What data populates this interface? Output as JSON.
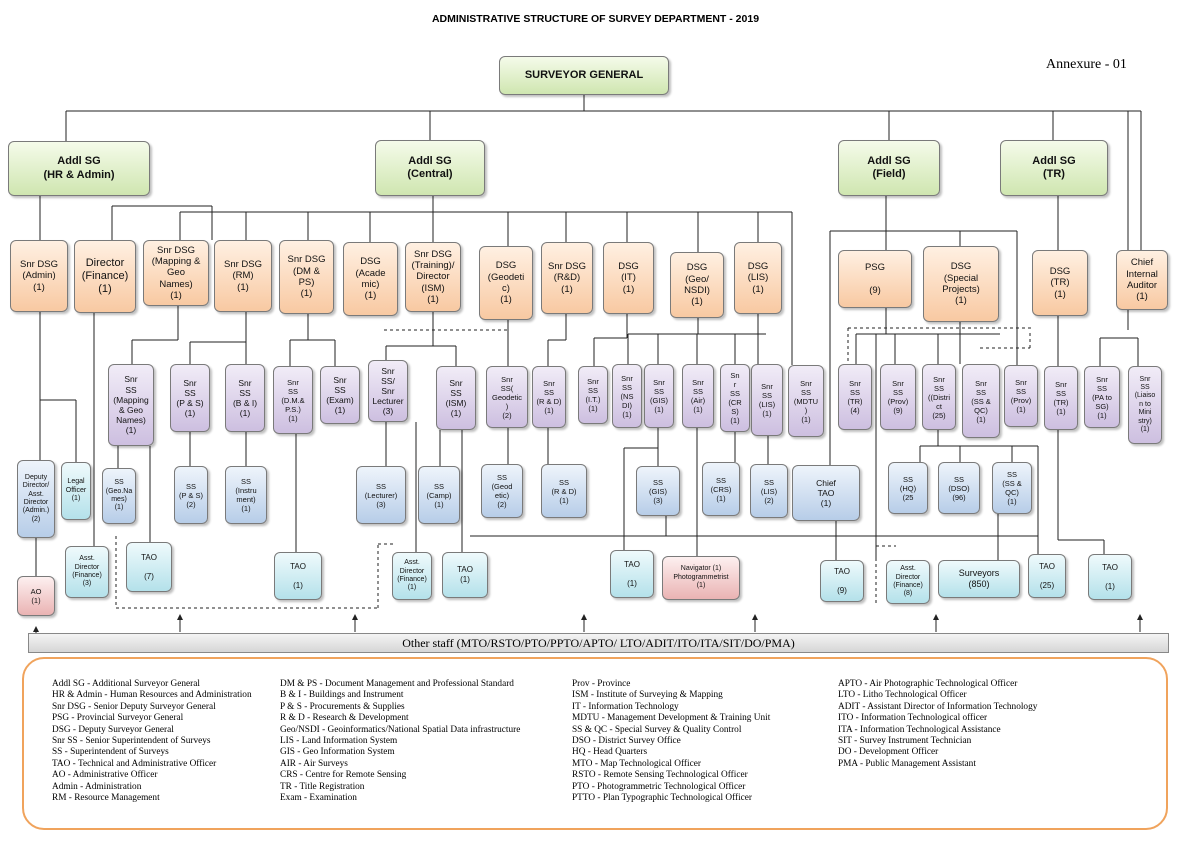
{
  "title": "ADMINISTRATIVE STRUCTURE OF SURVEY DEPARTMENT - 2019",
  "annexure": "Annexure - 01",
  "other_staff": "Other staff (MTO/RSTO/PTO/PPTO/APTO/ LTO/ADIT/ITO/ITA/SIT/DO/PMA)",
  "nodes": {
    "sg": "SURVEYOR GENERAL",
    "addl_hr": "Addl SG\n(HR & Admin)",
    "addl_central": "Addl SG\n(Central)",
    "addl_field": "Addl SG\n(Field)",
    "addl_tr": "Addl SG\n(TR)",
    "snr_dsg_admin": "Snr DSG\n(Admin)\n(1)",
    "director_fin": "Director\n(Finance)\n(1)",
    "snr_dsg_mapgeo": "Snr DSG\n(Mapping &\nGeo\nNames)\n(1)",
    "snr_dsg_rm": "Snr DSG\n(RM)\n(1)",
    "snr_dsg_dmps": "Snr DSG\n(DM &\nPS)\n(1)",
    "dsg_academic": "DSG\n(Acade\nmic)\n(1)",
    "snr_dsg_training": "Snr DSG\n(Training)/\nDirector\n(ISM)\n(1)",
    "dsg_geodetic": "DSG\n(Geodeti\nc)\n(1)",
    "snr_dsg_rd": "Snr DSG\n(R&D)\n(1)",
    "dsg_it": "DSG\n(IT)\n(1)",
    "dsg_geonsdi": "DSG\n(Geo/\nNSDI)\n(1)",
    "dsg_lis": "DSG\n(LIS)\n(1)",
    "psg": "PSG\n\n(9)",
    "dsg_special": "DSG\n(Special\nProjects)\n(1)",
    "dsg_tr": "DSG\n(TR)\n(1)",
    "chief_auditor": "Chief\nInternal\nAuditor\n(1)",
    "snrss_mapgeo": "Snr\nSS\n(Mapping\n& Geo\nNames)\n(1)",
    "snrss_ps": "Snr\nSS\n(P & S)\n(1)",
    "snrss_bi": "Snr\nSS\n(B & I)\n(1)",
    "snrss_dmps": "Snr\nSS\n(D.M.&\nP.S.)\n(1)",
    "snrss_exam": "Snr\nSS\n(Exam)\n(1)",
    "snrss_lecturer": "Snr\nSS/\nSnr\nLecturer\n(3)",
    "snrss_ism": "Snr\nSS\n(ISM)\n(1)",
    "snrss_geodetic": "Snr\nSS(\nGeodetic\n)\n(2)",
    "snrss_rd": "Snr\nSS\n(R & D)\n(1)",
    "snrss_it": "Snr\nSS\n(I.T.)\n(1)",
    "snrss_nsdi": "Snr\nSS\n(NS\nDI)\n(1)",
    "snrss_gis": "Snr\nSS\n(GIS)\n(1)",
    "snrss_air": "Snr\nSS\n(Air)\n(1)",
    "snrss_crs": "Sn\nr\nSS\n(CR\nS)\n(1)",
    "snrss_lis": "Snr\nSS\n(LIS)\n(1)",
    "snrss_mdtu": "Snr\nSS\n(MDTU\n)\n(1)",
    "snrss_tr4": "Snr\nSS\n(TR)\n(4)",
    "snrss_prov9": "Snr\nSS\n(Prov)\n(9)",
    "snrss_district": "Snr\nSS\n((Distri\nct\n(25)",
    "snrss_ssqc": "Snr\nSS\n(SS &\nQC)\n(1)",
    "snrss_prov1": "Snr\nSS\n(Prov)\n(1)",
    "snrss_tr1": "Snr\nSS\n(TR)\n(1)",
    "snrss_pa": "Snr\nSS\n(PA to\nSG)\n(1)",
    "snrss_liaison": "Snr\nSS\n(Liaiso\nn to\nMini\nstry)\n(1)",
    "deputy_dir_admin": "Deputy\nDirector/\nAsst.\nDirector\n(Admin.)\n(2)",
    "legal_officer": "Legal\nOfficer\n(1)",
    "ss_geonames": "SS\n(Geo.Na\nmes)\n(1)",
    "ss_ps": "SS\n(P & S)\n(2)",
    "ss_instrument": "SS\n(Instru\nment)\n(1)",
    "ss_lecturer": "SS\n(Lecturer)\n(3)",
    "ss_camp": "SS\n(Camp)\n(1)",
    "ss_geodetic": "SS\n(Geod\netic)\n(2)",
    "ss_rd": "SS\n(R & D)\n(1)",
    "ss_gis": "SS\n(GIS)\n(3)",
    "ss_crs": "SS\n(CRS)\n(1)",
    "ss_lis": "SS\n(LIS)\n(2)",
    "chief_tao": "Chief\nTAO\n(1)",
    "ss_hq": "SS\n(HQ)\n(25",
    "ss_dso": "SS\n(DSO)\n(96)",
    "ss_ssqc": "SS\n(SS &\nQC)\n(1)",
    "ao": "AO\n(1)",
    "asst_dir_fin3": "Asst.\nDirector\n(Finance)\n(3)",
    "tao7": "TAO\n\n(7)",
    "tao_dmps": "TAO\n\n(1)",
    "asst_dir_fin1": "Asst.\nDirector\n(Finance)\n(1)",
    "tao_ism": "TAO\n(1)",
    "tao_it": "TAO\n\n(1)",
    "navigator": "Navigator (1)\nPhotogrammetrist\n(1)",
    "tao9": "TAO\n\n(9)",
    "asst_dir_fin8": "Asst.\nDirector\n(Finance)\n(8)",
    "surveyors": "Surveyors\n(850)",
    "tao25": "TAO\n\n(25)",
    "tao_tr": "TAO\n\n(1)"
  },
  "legend": {
    "col1": [
      "Addl SG  -  Additional Surveyor General",
      "HR & Admin - Human Resources and Administration",
      "Snr DSG   -  Senior Deputy  Surveyor General",
      "PSG         -  Provincial Surveyor General",
      "DSG         -  Deputy Surveyor General",
      "Snr SS      -  Senior Superintendent of  Surveys",
      "SS            -  Superintendent of  Surveys",
      "TAO         -  Technical and Administrative  Officer",
      "AO           -  Administrative  Officer",
      "Admin       -  Administration",
      "RM           -  Resource Management"
    ],
    "col2": [
      "DM & PS   -  Document  Management and Professional Standard",
      "B & I         -  Buildings and Instrument",
      "P & S         -  Procurements & Supplies",
      "R & D         -  Research & Development",
      "Geo/NSDI   -  Geoinformatics/National Spatial Data infrastructure",
      "LIS            -  Land Information System",
      "GIS            -  Geo Information System",
      "AIR            -  Air Surveys",
      "CRS            -  Centre for Remote Sensing",
      "TR              -  Title Registration",
      "Exam          -  Examination"
    ],
    "col3": [
      "Prov      - Province",
      "ISM        -  Institute of Surveying & Mapping",
      "IT            -  Information  Technology",
      "MDTU     -  Management Development & Training Unit",
      "SS & QC  -  Special Survey & Quality Control",
      "DSO        -  District Survey Office",
      "HQ          -  Head Quarters",
      "MTO        -  Map Technological  Officer",
      "RSTO      -  Remote Sensing  Technological Officer",
      "PTO        -  Photogrammetric Technological Officer",
      "PTTO       -  Plan Typographic Technological  Officer"
    ],
    "col4": [
      "APTO     -  Air Photographic Technological  Officer",
      "LTO    -  Litho Technological  Officer",
      "ADIT -  Assistant Director of Information Technology",
      "ITO     -  Information Technological officer",
      "ITA     -  Information Technological Assistance",
      "SIT     -  Survey Instrument  Technician",
      "DO      -  Development Officer",
      "PMA   -  Public Management  Assistant"
    ]
  }
}
